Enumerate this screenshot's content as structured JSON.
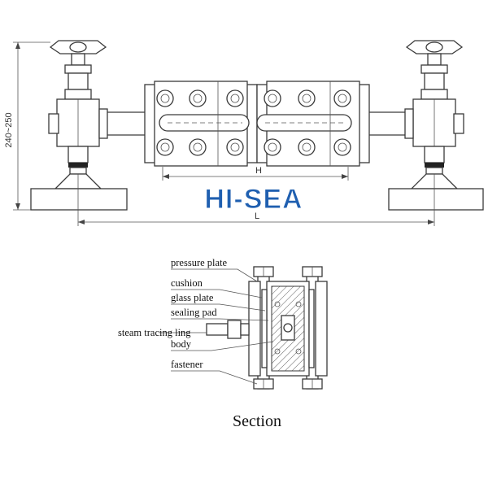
{
  "drawing": {
    "dim_height": "240~250",
    "dim_h": "H",
    "dim_l": "L"
  },
  "logo": {
    "text": "HI-SEA",
    "color": "#1f5fb0",
    "stroke_color": "#ffffff"
  },
  "section": {
    "labels": {
      "pressure_plate": "pressure plate",
      "cushion": "cushion",
      "glass_plate": "glass plate",
      "sealing_pad": "sealing pad",
      "steam_tracing": "steam tracing ling",
      "body": "body",
      "fastener": "fastener"
    },
    "caption": "Section"
  }
}
